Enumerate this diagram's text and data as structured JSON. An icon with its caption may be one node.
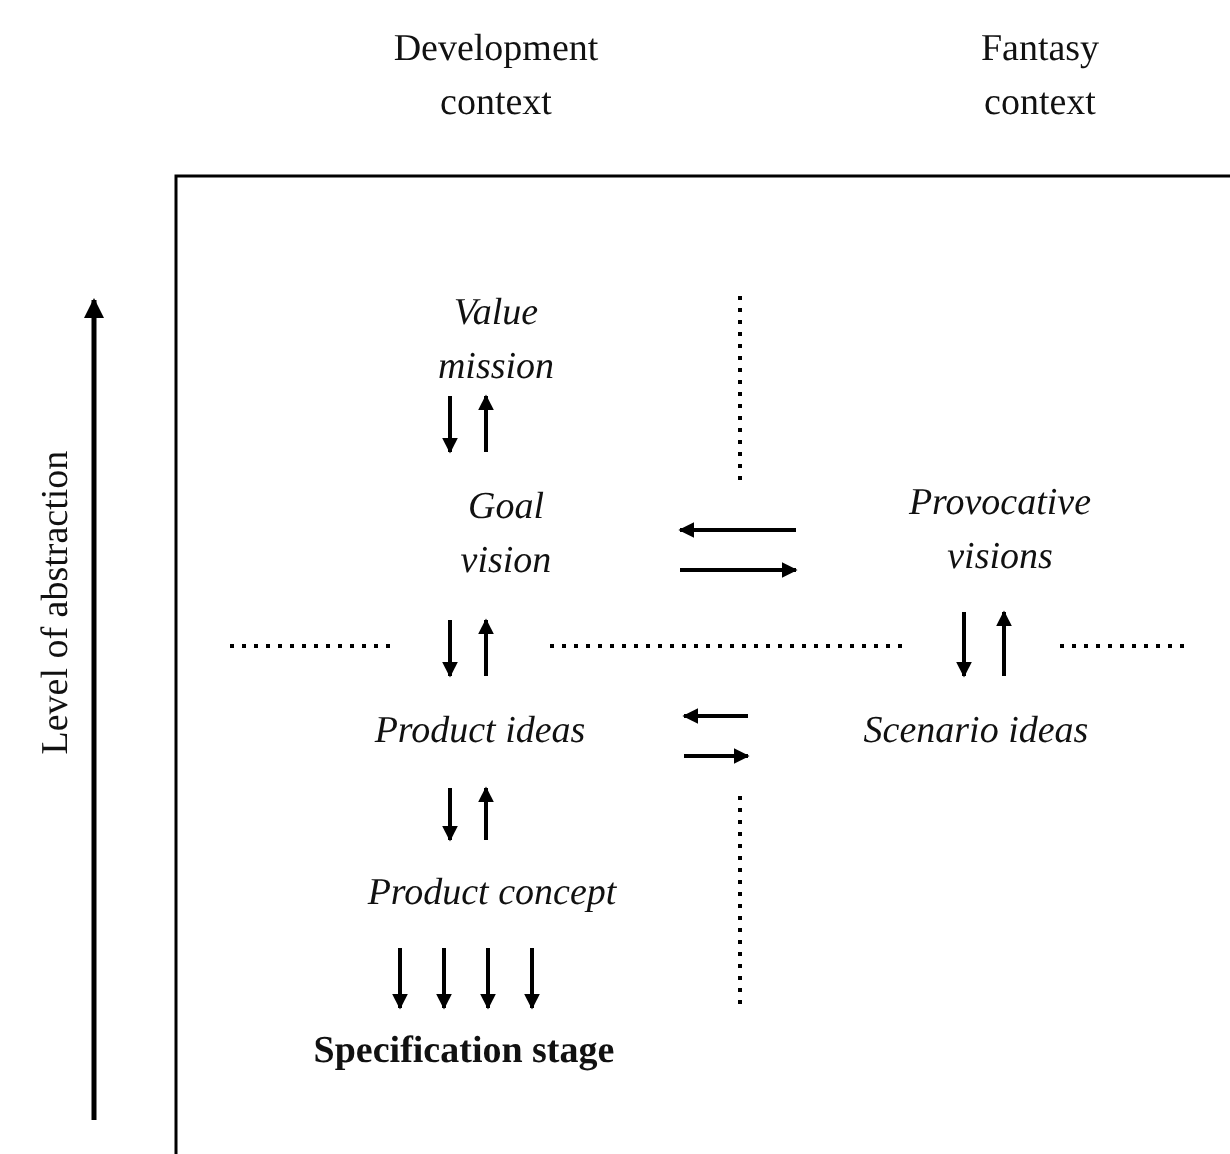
{
  "diagram": {
    "nodes": [
      {
        "text": [
          "Value mission"
        ]
      },
      {
        "text": [
          "Goal vision"
        ]
      },
      {
        "text": [
          "Provocative visions"
        ]
      },
      {
        "text": [
          "Product ideas"
        ]
      },
      {
        "text": [
          "Scenario ideas"
        ]
      },
      {
        "text": [
          "Product concept"
        ]
      },
      {
        "text": [
          "Specification stage"
        ]
      }
    ],
    "edges": [
      {
        "from": 0,
        "to": 1,
        "arrow": "to"
      },
      {
        "from": 1,
        "to": 0,
        "arrow": "to"
      },
      {
        "from": 2,
        "to": 1,
        "arrow": "to"
      },
      {
        "from": 1,
        "to": 2,
        "arrow": "to"
      },
      {
        "from": 1,
        "to": 3,
        "arrow": "to"
      },
      {
        "from": 3,
        "to": 1,
        "arrow": "to"
      },
      {
        "from": 2,
        "to": 4,
        "arrow": "to"
      },
      {
        "from": 4,
        "to": 2,
        "arrow": "to"
      },
      {
        "from": 4,
        "to": 3,
        "arrow": "to"
      },
      {
        "from": 3,
        "to": 4,
        "arrow": "to"
      },
      {
        "from": 3,
        "to": 5,
        "arrow": "to"
      },
      {
        "from": 5,
        "to": 3,
        "arrow": "to"
      },
      {
        "from": 5,
        "to": 6,
        "arrow": "to"
      },
      {
        "from": 5,
        "to": 6,
        "arrow": "to"
      },
      {
        "from": 5,
        "to": 6,
        "arrow": "to"
      },
      {
        "from": 5,
        "to": 6,
        "arrow": "to"
      }
    ],
    "labels": [
      "Development context",
      "Fantasy context",
      "Level of abstraction"
    ]
  }
}
